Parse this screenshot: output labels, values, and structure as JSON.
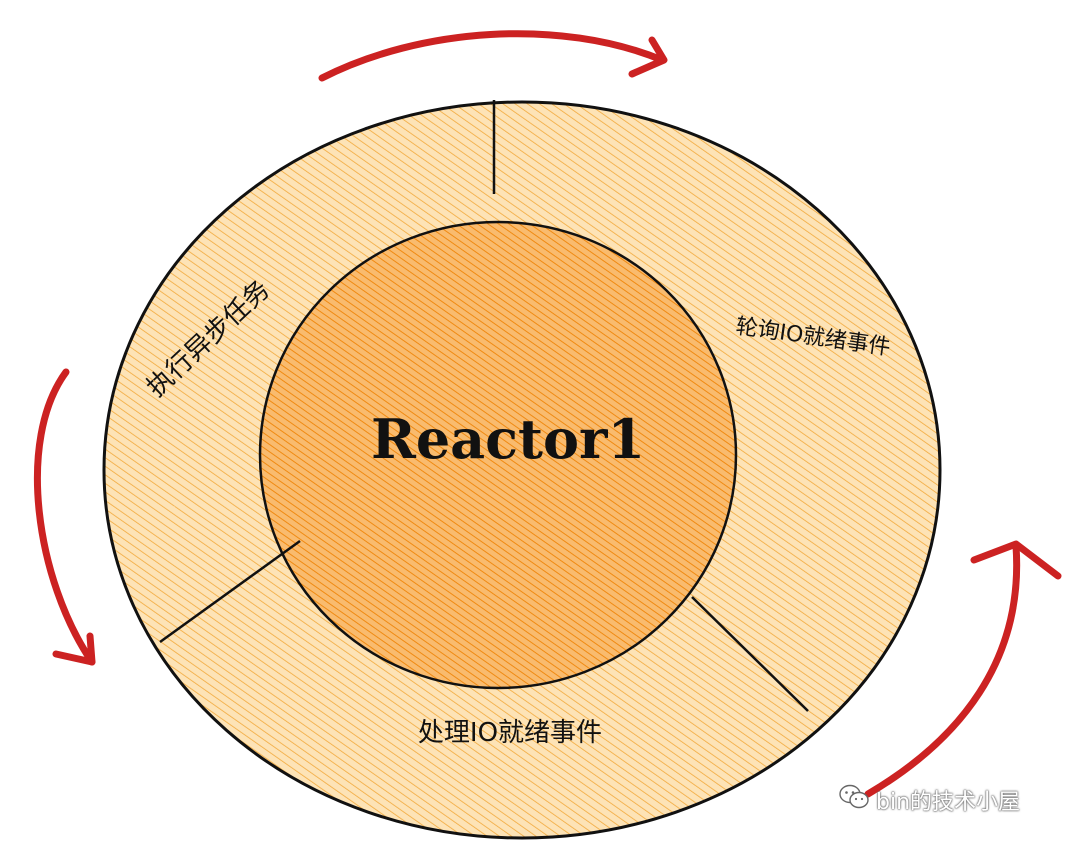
{
  "center": {
    "label": "Reactor1"
  },
  "segments": [
    {
      "label": "执行异步任务"
    },
    {
      "label": "轮询IO就绪事件"
    },
    {
      "label": "处理IO就绪事件"
    }
  ],
  "watermark": {
    "text": "bin的技术小屋",
    "icon": "wechat-icon"
  },
  "colors": {
    "outer_ring": "#fcd79a",
    "outer_hatch": "#f2a93b",
    "inner_circle": "#f9b764",
    "inner_hatch": "#f08a12",
    "outline": "#111111",
    "arrow": "#cc2222"
  }
}
